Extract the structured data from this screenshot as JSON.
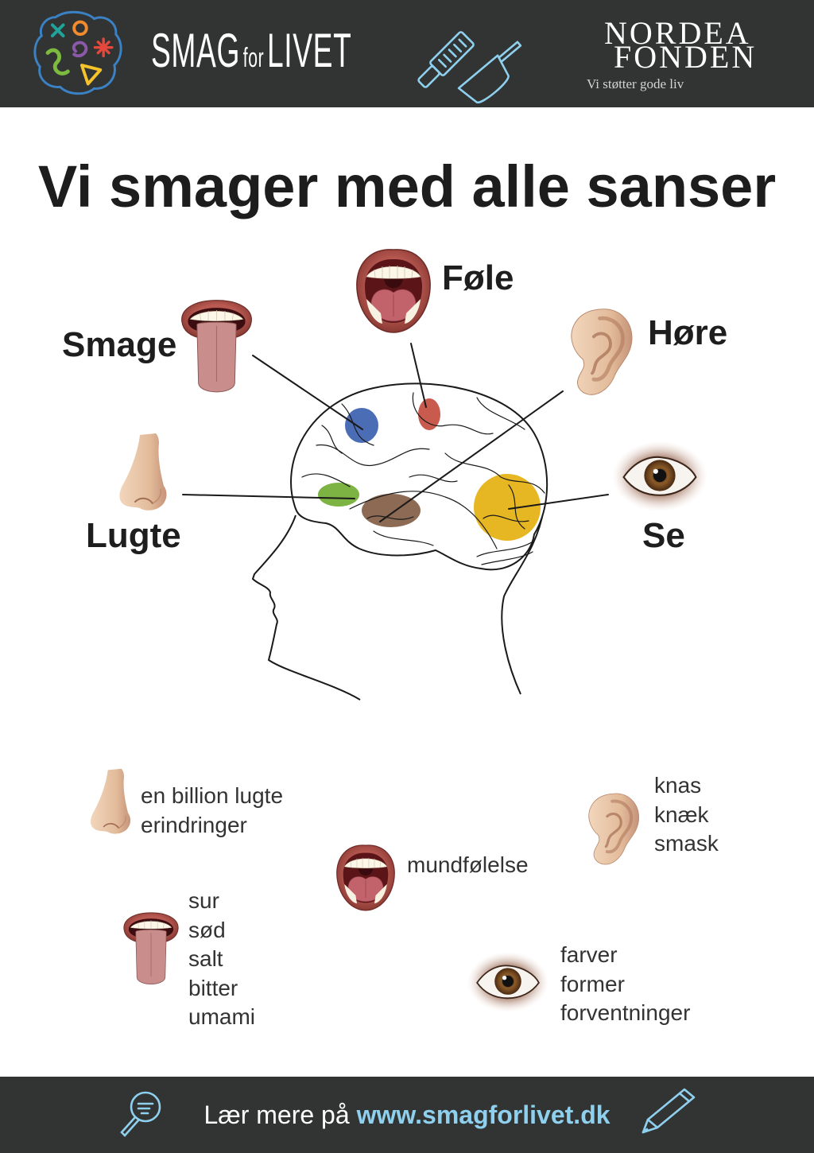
{
  "colors": {
    "bar_background": "#323434",
    "accent": "#8fd0ee",
    "title_text": "#1d1d1d",
    "body_text": "#333333"
  },
  "header": {
    "brand_logo_icon": "smag-for-livet-logo",
    "brand": {
      "part1": "SMAG",
      "part2": "for",
      "part3": "LIVET"
    },
    "kitchen_icons": [
      "grater-icon",
      "pan-icon"
    ],
    "partner": {
      "line1": "NORDEA",
      "line2": "FONDEN",
      "tagline": "Vi støtter gode liv"
    }
  },
  "title": "Vi smager med alle sanser",
  "diagram": {
    "head_icon": "head-profile-brain-icon",
    "taste": {
      "label": "Smage",
      "icon": "tongue-icon",
      "region_color": "#4a6db5"
    },
    "feel": {
      "label": "Føle",
      "icon": "open-mouth-icon",
      "region_color": "#c85a4e"
    },
    "hear": {
      "label": "Høre",
      "icon": "ear-icon",
      "region_color": "#8c6a53"
    },
    "smell": {
      "label": "Lugte",
      "icon": "nose-icon",
      "region_color": "#7cb342"
    },
    "sight": {
      "label": "Se",
      "icon": "eye-icon",
      "region_color": "#e7b723"
    }
  },
  "details": {
    "smell": {
      "icon": "nose-icon",
      "lines": [
        "en billion lugte",
        "erindringer"
      ]
    },
    "hear": {
      "icon": "ear-icon",
      "lines": [
        "knas",
        "knæk",
        "smask"
      ]
    },
    "feel": {
      "icon": "open-mouth-icon",
      "lines": [
        "mundfølelse"
      ]
    },
    "taste": {
      "icon": "tongue-icon",
      "lines": [
        "sur",
        "sød",
        "salt",
        "bitter",
        "umami"
      ]
    },
    "sight": {
      "icon": "eye-icon",
      "lines": [
        "farver",
        "former",
        "forventninger"
      ]
    }
  },
  "footer": {
    "prefix": "Lær mere på",
    "link": "www.smagforlivet.dk",
    "icons": [
      "magnifier-icon",
      "pencil-icon"
    ]
  }
}
